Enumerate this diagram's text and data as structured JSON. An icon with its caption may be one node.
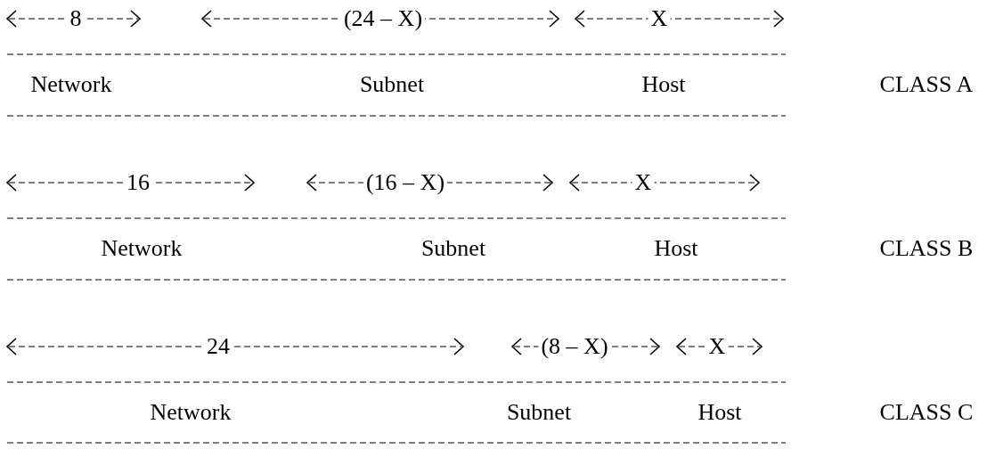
{
  "diagram": {
    "labels": [
      "8",
      "(24 – X)",
      "X",
      "Network",
      "Subnet",
      "Host",
      "CLASS A",
      "16",
      "(16 – X)",
      "X",
      "Network",
      "Subnet",
      "Host",
      "CLASS B",
      "24",
      "(8 – X)",
      "X",
      "Network",
      "Subnet",
      "Host",
      "CLASS C"
    ]
  }
}
